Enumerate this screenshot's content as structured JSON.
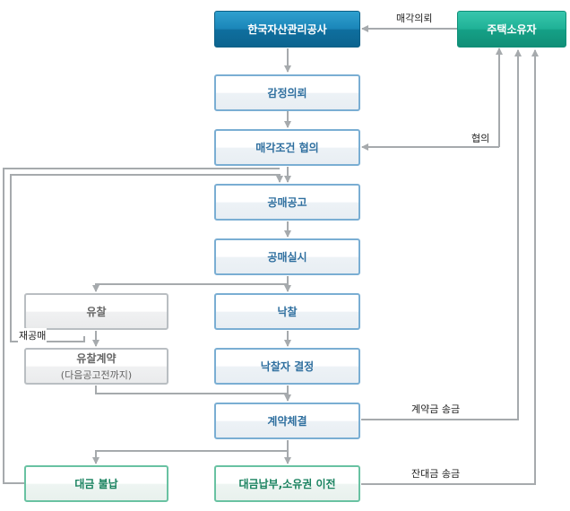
{
  "nodes": {
    "kamco": "한국자산관리공사",
    "owner": "주택소유자",
    "appraisal": "감정의뢰",
    "sale_terms": "매각조건 협의",
    "public_notice": "공매공고",
    "auction": "공매실시",
    "failed_bid": "유찰",
    "winning_bid": "낙찰",
    "failed_contract": "유찰계약",
    "failed_contract_note": "(다음공고전까지)",
    "winner_decision": "낙찰자 결정",
    "contract": "계약체결",
    "nonpayment": "대금 불납",
    "payment_transfer": "대금납부,소유권 이전"
  },
  "edge_labels": {
    "sale_request": "매각의뢰",
    "consultation": "협의",
    "re_auction": "재공매",
    "deposit_remit": "계약금 송금",
    "balance_remit": "잔대금 송금"
  },
  "colors": {
    "line": "#a6aaad",
    "accent_blue": "#1a85b8",
    "accent_teal": "#1fb196"
  }
}
